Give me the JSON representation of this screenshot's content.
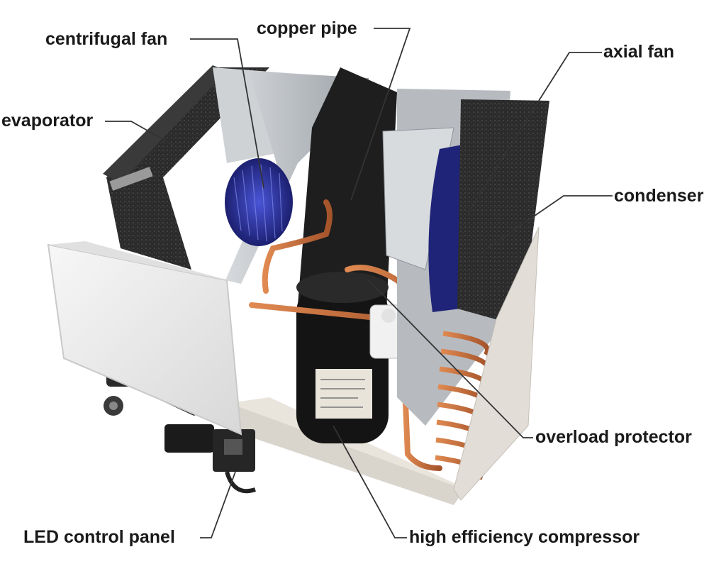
{
  "labels": {
    "evaporator": "evaporator",
    "centrifugal_fan": "centrifugal fan",
    "copper_pipe": "copper pipe",
    "axial_fan": "axial fan",
    "condenser": "condenser",
    "overload_protector": "overload protector",
    "compressor": "high efficiency compressor",
    "led_panel": "LED control panel"
  },
  "colors": {
    "label_text": "#1a1a1a",
    "leader_line": "#333333",
    "housing": "#eeeeee",
    "foam": "#2b2b2b",
    "fan_blue": "#2a2f9a",
    "copper": "#c06a38",
    "compressor_body": "#141414",
    "aluminum": "#b9bdc2"
  }
}
